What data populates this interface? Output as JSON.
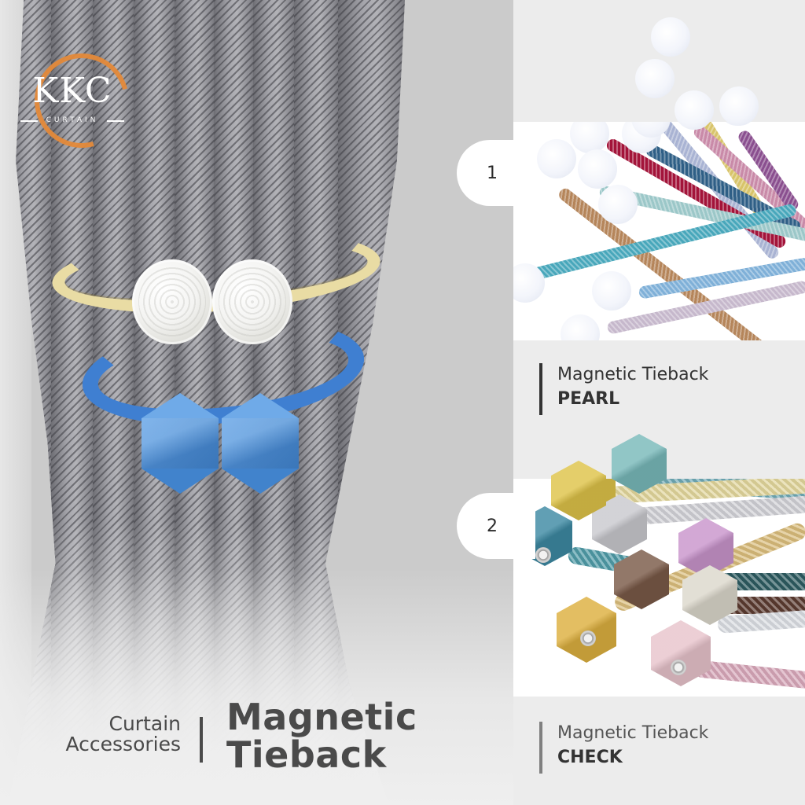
{
  "brand": {
    "logo_text": "KKC",
    "logo_subtext": "CURTAIN",
    "accent_color": "#e48a3a"
  },
  "hero": {
    "category_line1": "Curtain",
    "category_line2": "Accessories",
    "product_line1": "Magnetic",
    "product_line2": "Tieback",
    "curtain_color": "#9a9aa0",
    "tieback_top_color": "#e9dca4",
    "tieback_bottom_color": "#3f7fd1"
  },
  "variants": [
    {
      "number": "1",
      "title": "Magnetic Tieback",
      "name": "PEARL",
      "cord_colors": [
        "#d8c46a",
        "#a9b3d3",
        "#c98aa8",
        "#8a4f8f",
        "#a3143a",
        "#2f5f86",
        "#b5855a",
        "#9bc7c8",
        "#48a7bb",
        "#7fb0d8",
        "#c6b8cc"
      ]
    },
    {
      "number": "2",
      "title": "Magnetic Tieback",
      "name": "CHECK",
      "gem_colors": [
        "#79b9ba",
        "#e2c650",
        "#3e8aa3",
        "#c8c8cc",
        "#c995cc",
        "#7a5a48",
        "#dcd8cc",
        "#ddb040",
        "#e8c4cc"
      ]
    }
  ],
  "colors": {
    "panel_bg": "#ececec",
    "strip_bg": "#cbcbcb",
    "text_dark": "#333333"
  }
}
